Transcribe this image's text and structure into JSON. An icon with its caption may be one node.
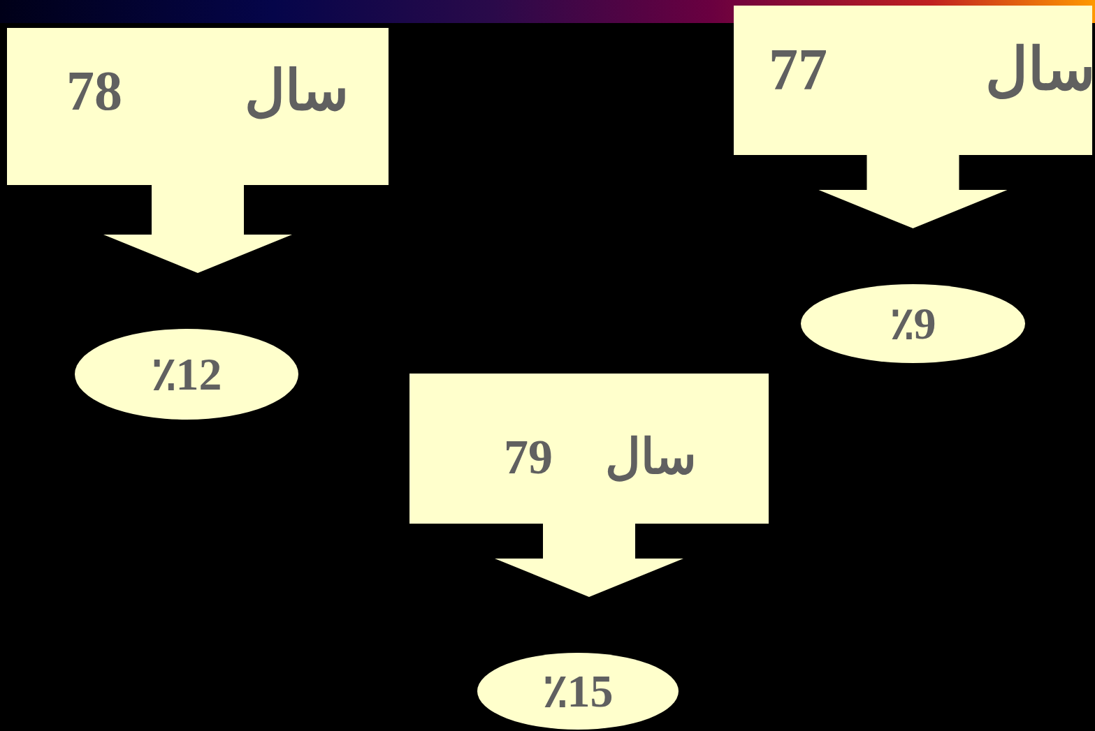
{
  "diagram": {
    "nodes": [
      {
        "text": [
          "سال",
          "77"
        ]
      },
      {
        "text": [
          "سال",
          "78"
        ]
      },
      {
        "text": [
          "٪9"
        ]
      },
      {
        "text": [
          "٪12"
        ]
      },
      {
        "text": [
          "سال",
          "79"
        ]
      },
      {
        "text": [
          "٪15"
        ]
      }
    ],
    "edges": [
      {
        "from": 0,
        "to": 2,
        "arrow": "to",
        "style": "thick"
      },
      {
        "from": 1,
        "to": 3,
        "arrow": "to",
        "style": "thick"
      },
      {
        "from": 4,
        "to": 5,
        "arrow": "to",
        "style": "thick"
      }
    ]
  }
}
